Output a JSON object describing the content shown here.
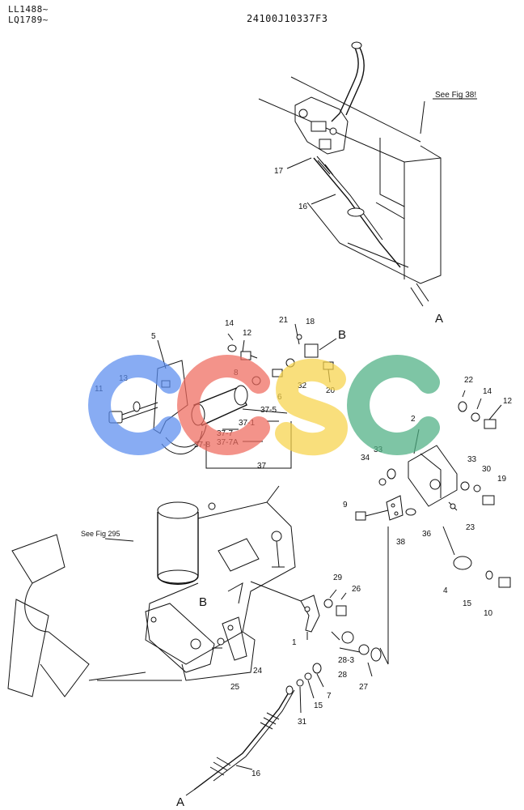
{
  "header": {
    "serial_1": "LL1488~",
    "serial_2": "LQ1789~",
    "drawing_code": "24100J10337F3"
  },
  "references": {
    "see_fig_top": "See Fig 38!",
    "see_fig_left": "See Fig 295"
  },
  "connection_labels": {
    "a_top": "A",
    "a_bottom": "A",
    "b_right": "B",
    "b_left": "B"
  },
  "watermark": {
    "letters": "CCSC",
    "colors": [
      "#5b8def",
      "#ef6a5e",
      "#f7d24a",
      "#4caf82"
    ]
  },
  "part_labels": {
    "p1": "1",
    "p2": "2",
    "p4": "4",
    "p5": "5",
    "p6": "6",
    "p7": "7",
    "p8": "8",
    "p9": "9",
    "p10": "10",
    "p11": "11",
    "p12a": "12",
    "p12b": "12",
    "p13": "13",
    "p14a": "14",
    "p14b": "14",
    "p15a": "15",
    "p15b": "15",
    "p16a": "16",
    "p16b": "16",
    "p17": "17",
    "p18": "18",
    "p19": "19",
    "p20": "20",
    "p21": "21",
    "p22": "22",
    "p23": "23",
    "p24": "24",
    "p25": "25",
    "p26": "26",
    "p27": "27",
    "p28": "28",
    "p28_3": "28-3",
    "p29": "29",
    "p30": "30",
    "p31": "31",
    "p32": "32",
    "p33a": "33",
    "p33b": "33",
    "p34": "34",
    "p36": "36",
    "p37": "37",
    "p37_1": "37-1",
    "p37_5": "37-5",
    "p37_7": "37-7",
    "p37_7a": "37-7A",
    "p37_8": "37-8",
    "p38": "38"
  }
}
